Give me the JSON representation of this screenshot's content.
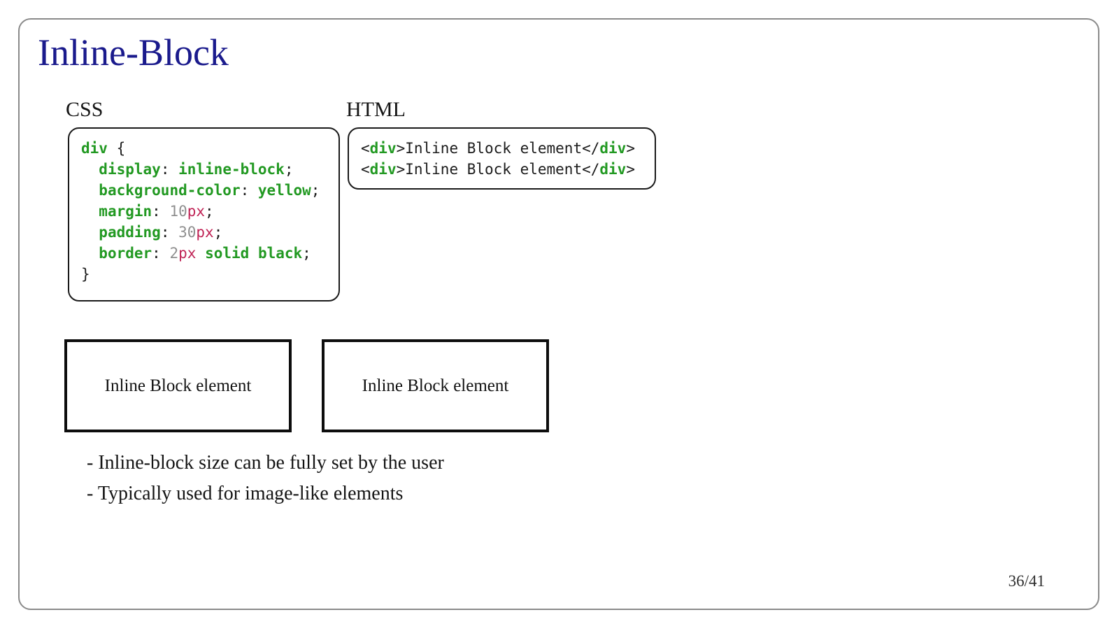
{
  "slide": {
    "title": "Inline-Block",
    "page_number": "36/41"
  },
  "sections": {
    "css": {
      "label": "CSS",
      "code_lines": [
        [
          {
            "t": "div",
            "c": "kw"
          },
          {
            "t": " {",
            "c": "pl"
          }
        ],
        [
          {
            "t": "  ",
            "c": "pl"
          },
          {
            "t": "display",
            "c": "kw"
          },
          {
            "t": ": ",
            "c": "pl"
          },
          {
            "t": "inline-block",
            "c": "kw"
          },
          {
            "t": ";",
            "c": "pl"
          }
        ],
        [
          {
            "t": "  ",
            "c": "pl"
          },
          {
            "t": "background-color",
            "c": "kw"
          },
          {
            "t": ": ",
            "c": "pl"
          },
          {
            "t": "yellow",
            "c": "kw"
          },
          {
            "t": ";",
            "c": "pl"
          }
        ],
        [
          {
            "t": "  ",
            "c": "pl"
          },
          {
            "t": "margin",
            "c": "kw"
          },
          {
            "t": ": ",
            "c": "pl"
          },
          {
            "t": "10",
            "c": "num"
          },
          {
            "t": "px",
            "c": "unit"
          },
          {
            "t": ";",
            "c": "pl"
          }
        ],
        [
          {
            "t": "  ",
            "c": "pl"
          },
          {
            "t": "padding",
            "c": "kw"
          },
          {
            "t": ": ",
            "c": "pl"
          },
          {
            "t": "30",
            "c": "num"
          },
          {
            "t": "px",
            "c": "unit"
          },
          {
            "t": ";",
            "c": "pl"
          }
        ],
        [
          {
            "t": "  ",
            "c": "pl"
          },
          {
            "t": "border",
            "c": "kw"
          },
          {
            "t": ": ",
            "c": "pl"
          },
          {
            "t": "2",
            "c": "num"
          },
          {
            "t": "px",
            "c": "unit"
          },
          {
            "t": " ",
            "c": "pl"
          },
          {
            "t": "solid",
            "c": "kw"
          },
          {
            "t": " ",
            "c": "pl"
          },
          {
            "t": "black",
            "c": "kw"
          },
          {
            "t": ";",
            "c": "pl"
          }
        ],
        [
          {
            "t": "}",
            "c": "pl"
          }
        ]
      ]
    },
    "html": {
      "label": "HTML",
      "code_lines": [
        [
          {
            "t": "<",
            "c": "pl"
          },
          {
            "t": "div",
            "c": "kw"
          },
          {
            "t": ">Inline Block element</",
            "c": "pl"
          },
          {
            "t": "div",
            "c": "kw"
          },
          {
            "t": ">",
            "c": "pl"
          }
        ],
        [
          {
            "t": "<",
            "c": "pl"
          },
          {
            "t": "div",
            "c": "kw"
          },
          {
            "t": ">Inline Block element</",
            "c": "pl"
          },
          {
            "t": "div",
            "c": "kw"
          },
          {
            "t": ">",
            "c": "pl"
          }
        ]
      ]
    }
  },
  "demo": {
    "boxes": [
      "Inline Block element",
      "Inline Block element"
    ]
  },
  "notes": [
    "- Inline-block size can be fully set by the user",
    "- Typically used for image-like elements"
  ],
  "colors": {
    "title": "#1a1a8c",
    "keyword": "#229922",
    "number": "#8f8f8f",
    "unit": "#c02456",
    "code_plain": "#1c1c1c",
    "frame_border": "#8a8a8a"
  }
}
